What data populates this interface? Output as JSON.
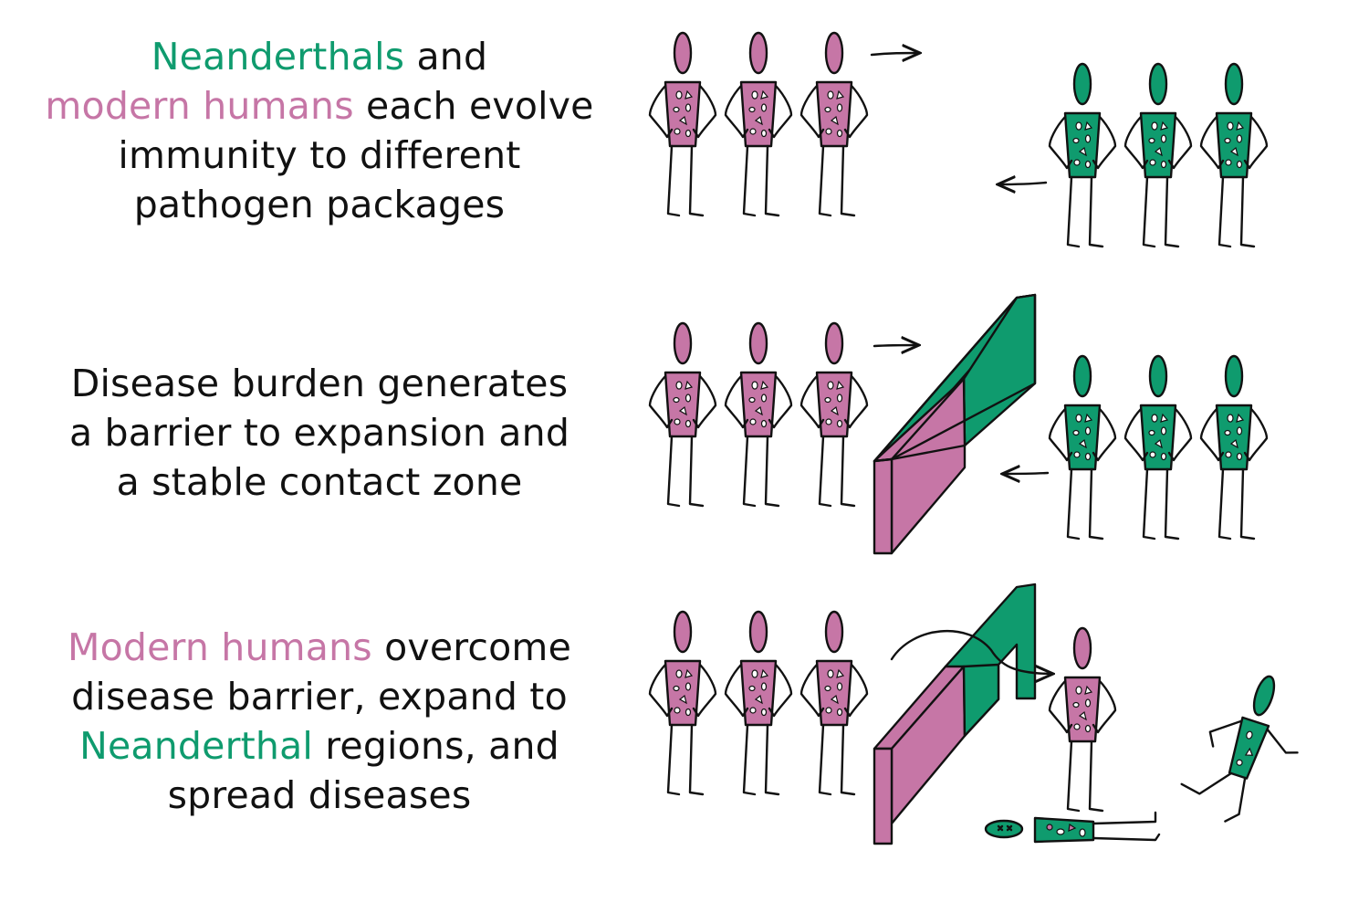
{
  "colors": {
    "modern_human": "#c676a6",
    "neanderthal": "#0f9b6e",
    "ink": "#111111",
    "background": "#ffffff"
  },
  "panels": [
    {
      "caption": {
        "line1_a": "Neanderthals",
        "line1_b": " and",
        "line2_a": "modern humans",
        "line2_b": " each evolve",
        "line3": "immunity to different",
        "line4": "pathogen packages"
      }
    },
    {
      "caption": {
        "line1": "Disease burden generates",
        "line2": "a barrier to expansion and",
        "line3": "a stable contact zone"
      }
    },
    {
      "caption": {
        "line1_a": "Modern humans",
        "line1_b": " overcome",
        "line2": "disease barrier, expand to",
        "line3_a": "Neanderthal",
        "line3_b": " regions, and",
        "line4": "spread diseases"
      }
    }
  ],
  "icons": [
    "modern-human-figure-icon",
    "neanderthal-figure-icon",
    "disease-barrier-wall-icon",
    "direction-arrow-icon",
    "fallen-neanderthal-icon",
    "fleeing-neanderthal-icon"
  ]
}
